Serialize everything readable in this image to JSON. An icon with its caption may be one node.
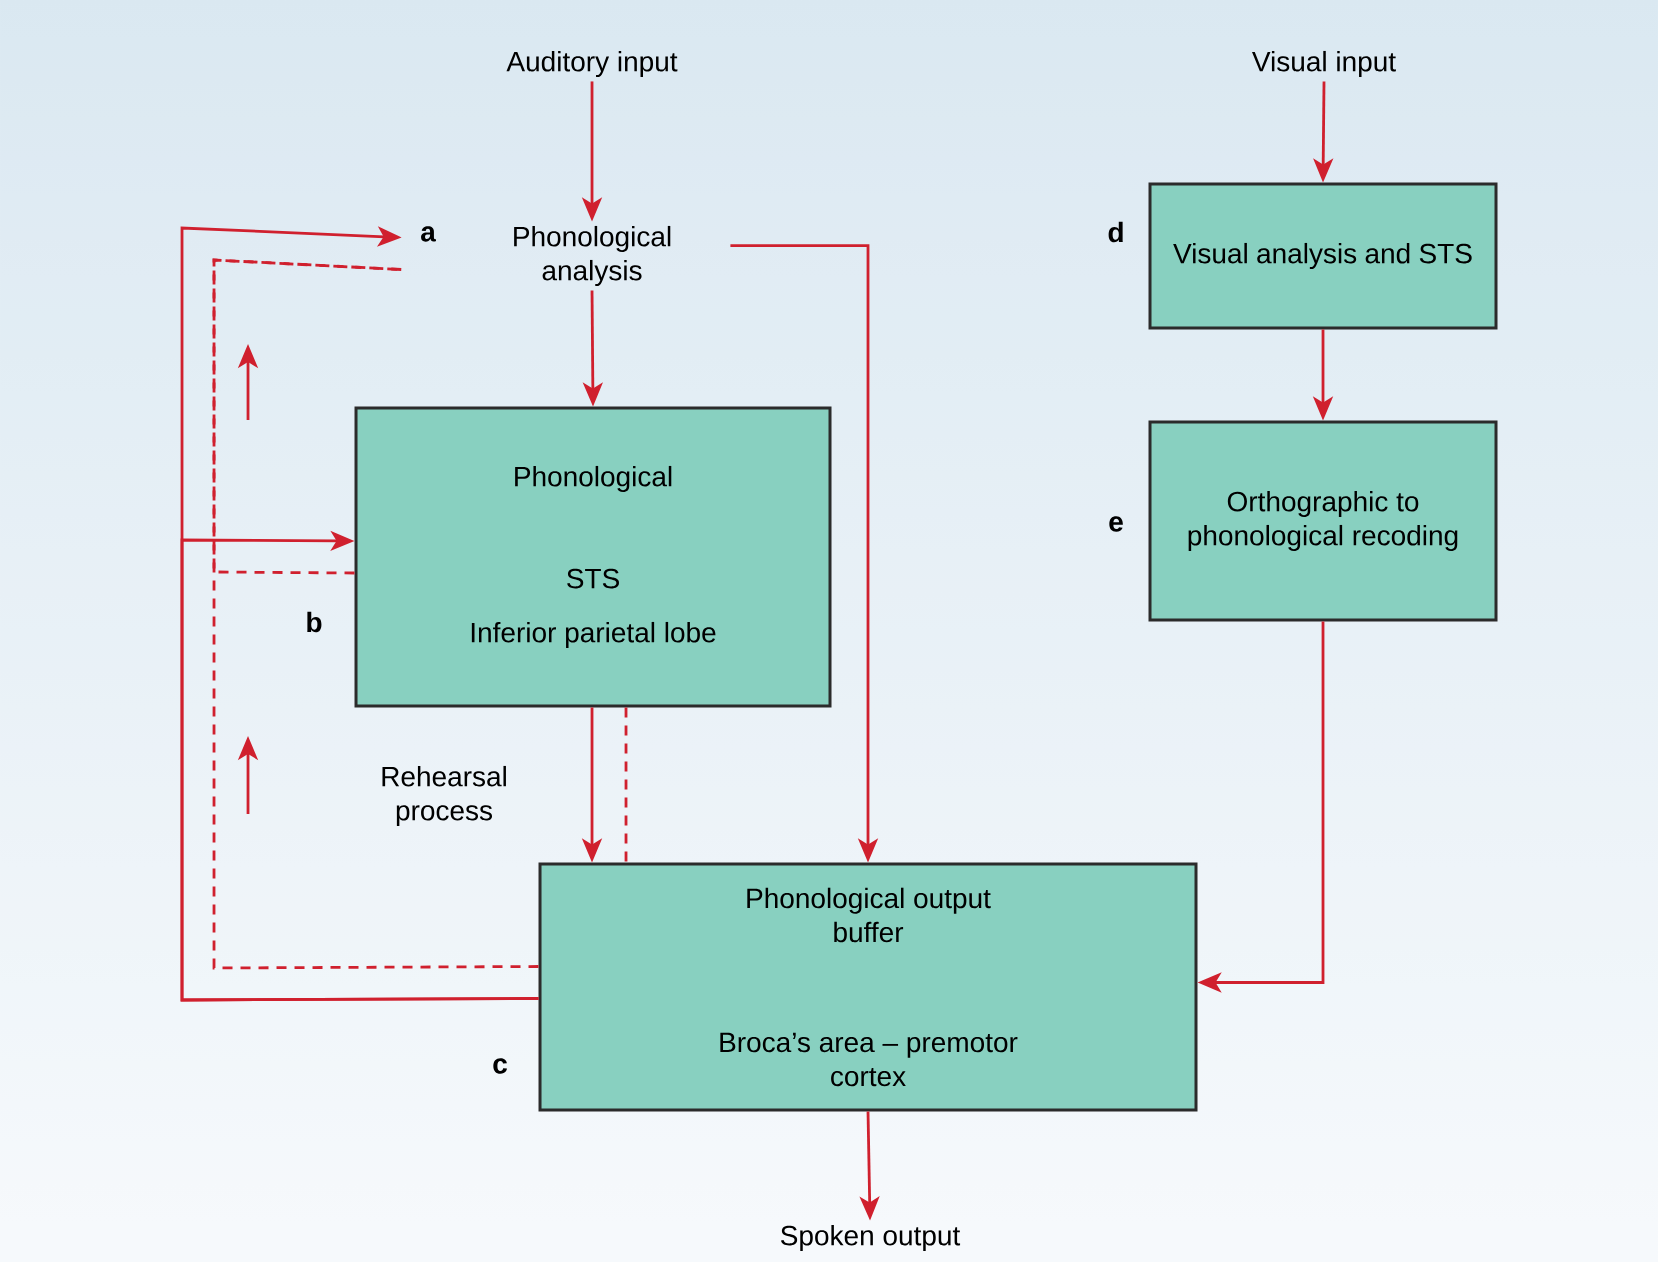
{
  "diagram": {
    "nodes": [
      {
        "text": [
          "Auditory input"
        ]
      },
      {
        "text": [
          "Phonological analysis"
        ],
        "beside": [
          "a"
        ]
      },
      {
        "text": [
          "Phonological",
          "STS",
          "Inferior parietal lobe"
        ],
        "beside": [
          "b"
        ]
      },
      {
        "text": [
          "Phonological output buffer",
          "Broca’s area – premotor cortex"
        ],
        "beside": [
          "c"
        ]
      },
      {
        "text": [
          "Spoken output"
        ]
      },
      {
        "text": [
          "Visual input"
        ]
      },
      {
        "text": [
          "Visual analysis and STS"
        ],
        "beside": [
          "d"
        ]
      },
      {
        "text": [
          "Orthographic to phonological recoding"
        ],
        "beside": [
          "e"
        ]
      }
    ],
    "edges": [
      {
        "from": 0,
        "to": 1,
        "arrow": "to"
      },
      {
        "from": 1,
        "to": 2,
        "arrow": "to"
      },
      {
        "from": 1,
        "to": 3,
        "arrow": "to"
      },
      {
        "from": 2,
        "to": 3,
        "arrow": "to",
        "label": "Rehearsal process"
      },
      {
        "from": 2,
        "to": 3,
        "arrow": "none",
        "style": "dashed"
      },
      {
        "from": 3,
        "to": 1,
        "arrow": "to"
      },
      {
        "from": 3,
        "to": 2,
        "arrow": "to"
      },
      {
        "from": 3,
        "to": 1,
        "arrow": "none",
        "style": "dashed"
      },
      {
        "from": 2,
        "to": 1,
        "arrow": "none",
        "style": "dashed"
      },
      {
        "from": 3,
        "to": 4,
        "arrow": "to"
      },
      {
        "from": 5,
        "to": 6,
        "arrow": "to"
      },
      {
        "from": 6,
        "to": 7,
        "arrow": "to"
      },
      {
        "from": 7,
        "to": 3,
        "arrow": "to"
      }
    ]
  }
}
